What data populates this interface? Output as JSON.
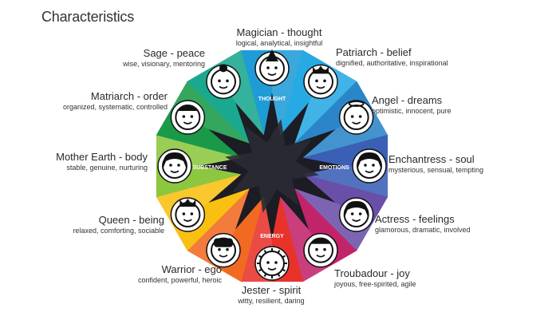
{
  "title": "Characteristics",
  "quadrants": [
    {
      "label": "THOUGHT"
    },
    {
      "label": "EMOTIONS"
    },
    {
      "label": "ENERGY"
    },
    {
      "label": "SUBSTANCE"
    }
  ],
  "archetypes": [
    {
      "name": "Magician - thought",
      "traits": "logical, analytical, insightful",
      "color": "#1f9cd8",
      "icon": "wizard-face-icon"
    },
    {
      "name": "Patriarch - belief",
      "traits": "dignified, authoritative, inspirational",
      "color": "#27a9e3",
      "icon": "king-face-icon"
    },
    {
      "name": "Angel - dreams",
      "traits": "optimistic, innocent, pure",
      "color": "#2a86c8",
      "icon": "angel-face-icon"
    },
    {
      "name": "Enchantress - soul",
      "traits": "mysterious, sensual, tempting",
      "color": "#3a5fb5",
      "icon": "enchantress-face-icon"
    },
    {
      "name": "Actress - feelings",
      "traits": "glamorous, dramatic, involved",
      "color": "#6a4fa8",
      "icon": "actress-face-icon"
    },
    {
      "name": "Troubadour - joy",
      "traits": "joyous, free-spirited, agile",
      "color": "#c2246a",
      "icon": "troubadour-face-icon"
    },
    {
      "name": "Jester - spirit",
      "traits": "witty, resilient, daring",
      "color": "#e8332b",
      "icon": "jester-sun-icon"
    },
    {
      "name": "Warrior - ego",
      "traits": "confident, powerful, heroic",
      "color": "#f26a21",
      "icon": "warrior-helmet-icon"
    },
    {
      "name": "Queen - being",
      "traits": "relaxed, comforting, sociable",
      "color": "#f9c012",
      "icon": "queen-face-icon"
    },
    {
      "name": "Mother Earth - body",
      "traits": "stable, genuine, nurturing",
      "color": "#8dc63f",
      "icon": "mother-earth-face-icon"
    },
    {
      "name": "Matriarch - order",
      "traits": "organized, systematic, controlled",
      "color": "#1a9a48",
      "icon": "matriarch-face-icon"
    },
    {
      "name": "Sage - peace",
      "traits": "wise, visionary, mentoring",
      "color": "#1aa88f",
      "icon": "sage-face-icon"
    }
  ]
}
